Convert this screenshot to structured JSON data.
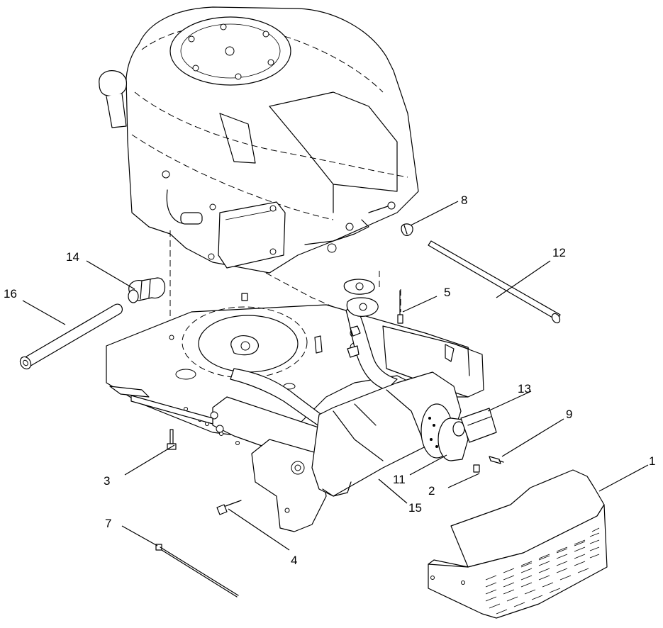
{
  "callouts": [
    {
      "id": "c1",
      "label": "1"
    },
    {
      "id": "c2",
      "label": "2"
    },
    {
      "id": "c3",
      "label": "3"
    },
    {
      "id": "c4",
      "label": "4"
    },
    {
      "id": "c5",
      "label": "5"
    },
    {
      "id": "c7",
      "label": "7"
    },
    {
      "id": "c8",
      "label": "8"
    },
    {
      "id": "c9",
      "label": "9"
    },
    {
      "id": "c11",
      "label": "11"
    },
    {
      "id": "c12",
      "label": "12"
    },
    {
      "id": "c13",
      "label": "13"
    },
    {
      "id": "c14",
      "label": "14"
    },
    {
      "id": "c15",
      "label": "15"
    },
    {
      "id": "c16",
      "label": "16"
    }
  ]
}
